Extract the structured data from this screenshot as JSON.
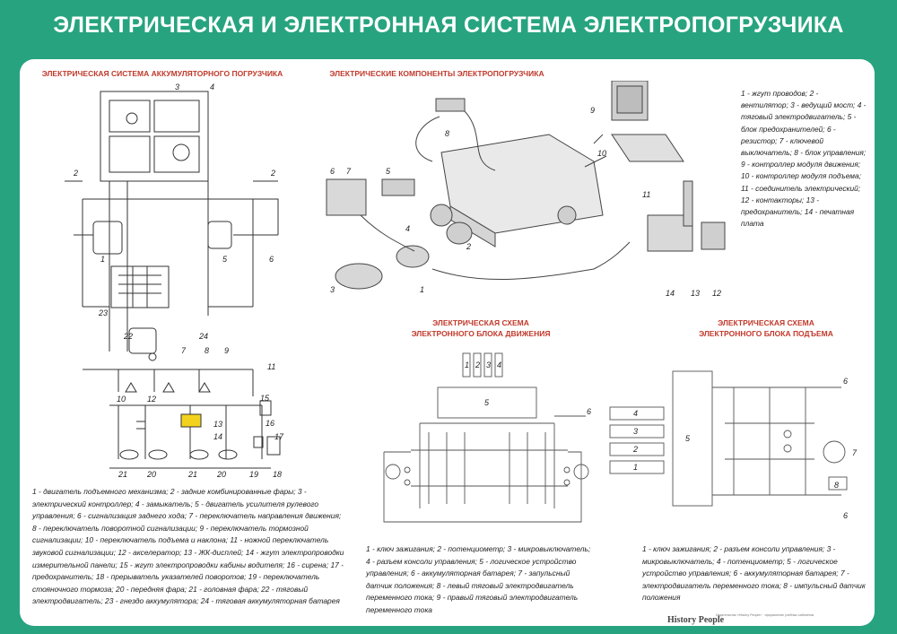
{
  "title": "ЭЛЕКТРИЧЕСКАЯ И ЭЛЕКТРОННАЯ СИСТЕМА ЭЛЕКТРОПОГРУЗЧИКА",
  "sections": {
    "battery_system": "ЭЛЕКТРИЧЕСКАЯ СИСТЕМА АККУМУЛЯТОРНОГО ПОГРУЗЧИКА",
    "components": "ЭЛЕКТРИЧЕСКИЕ КОМПОНЕНТЫ ЭЛЕКТРОПОГРУЗЧИКА",
    "motion_line1": "ЭЛЕКТРИЧЕСКАЯ СХЕМА",
    "motion_line2": "ЭЛЕКТРОННОГО БЛОКА ДВИЖЕНИЯ",
    "lift_line1": "ЭЛЕКТРИЧЕСКАЯ СХЕМА",
    "lift_line2": "ЭЛЕКТРОННОГО БЛОКА ПОДЪЕМА"
  },
  "legends": {
    "components": "1 - жгут проводов; 2 - вентилятор; 3 - ведущий мост; 4 - тяговый электродвигатель; 5 - блок предохранителей; 6 - резистор; 7 - ключевой выключатель; 8 - блок управления; 9 - контроллер модуля движения; 10 - контроллер модуля подъема; 11 - соединитель электрический; 12 - контакторы; 13 - предохранитель; 14 - печатная плата",
    "battery": "1 - двигатель подъемного механизма; 2 - задние комбинированные фары; 3 - электрический контроллер; 4 - замыкатель; 5 - двигатель усилителя рулевого управления; 6 - сигнализация заднего хода; 7 - переключатель направления движения; 8 - переключатель поворотной сигнализации; 9 - переключатель тормозной сигнализации; 10 - переключатель подъема и наклона; 11 - ножной переключатель звуковой сигнализации; 12 - акселератор; 13 - ЖК-дисплей; 14 - жгут электропроводки измерительной панели; 15 - жгут электропроводки кабины водителя; 16 - сирена; 17 - предохранитель; 18 - прерыватель указателей поворотов; 19 - переключатель стояночного тормоза; 20 - передняя фара; 21 - головная фара; 22 - тяговый электродвигатель; 23 - гнездо аккумулятора; 24 - тяговая аккумуляторная батарея",
    "motion": "1 - ключ зажигания; 2 - потенциометр; 3 - микровыключатель; 4 - разъем консоли управления; 5 - логическое устройство управления; 6 - аккумуляторная батарея; 7 - запульсный датчик положения; 8 - левый тяговый электродвигатель переменного тока; 9 - правый тяговый электродвигатель переменного тока",
    "lift": "1 - ключ зажигания; 2 - разъем консоли управления; 3 - микровыключатель; 4 - потенциометр; 5 - логическое устройство управления; 6 - аккумуляторная батарея; 7 - электродвигатель переменного тока; 8 - импульсный датчик положения"
  },
  "component_numbers": [
    "1",
    "2",
    "3",
    "4",
    "5",
    "6",
    "7",
    "8",
    "9",
    "10",
    "11",
    "12",
    "13",
    "14"
  ],
  "battery_numbers": [
    "1",
    "2",
    "3",
    "4",
    "5",
    "6",
    "7",
    "8",
    "9",
    "10",
    "11",
    "12",
    "13",
    "14",
    "15",
    "16",
    "17",
    "18",
    "19",
    "20",
    "21",
    "22",
    "23",
    "24"
  ],
  "motion_labels": {
    "block": "5",
    "k1": "1",
    "k2": "2",
    "k3": "3",
    "k4": "4",
    "bat": "6"
  },
  "lift_labels": {
    "block": "5",
    "r4": "4",
    "r3": "3",
    "r2": "2",
    "r1": "1",
    "bat": "6",
    "motor": "7",
    "sensor": "8"
  },
  "footer": {
    "brand": "History People",
    "imprint": "Издательство «History People» · оформление учебных кабинетов"
  },
  "colors": {
    "background": "#27a47f",
    "accent": "#c0392b",
    "yellow": "#f2d21e"
  }
}
